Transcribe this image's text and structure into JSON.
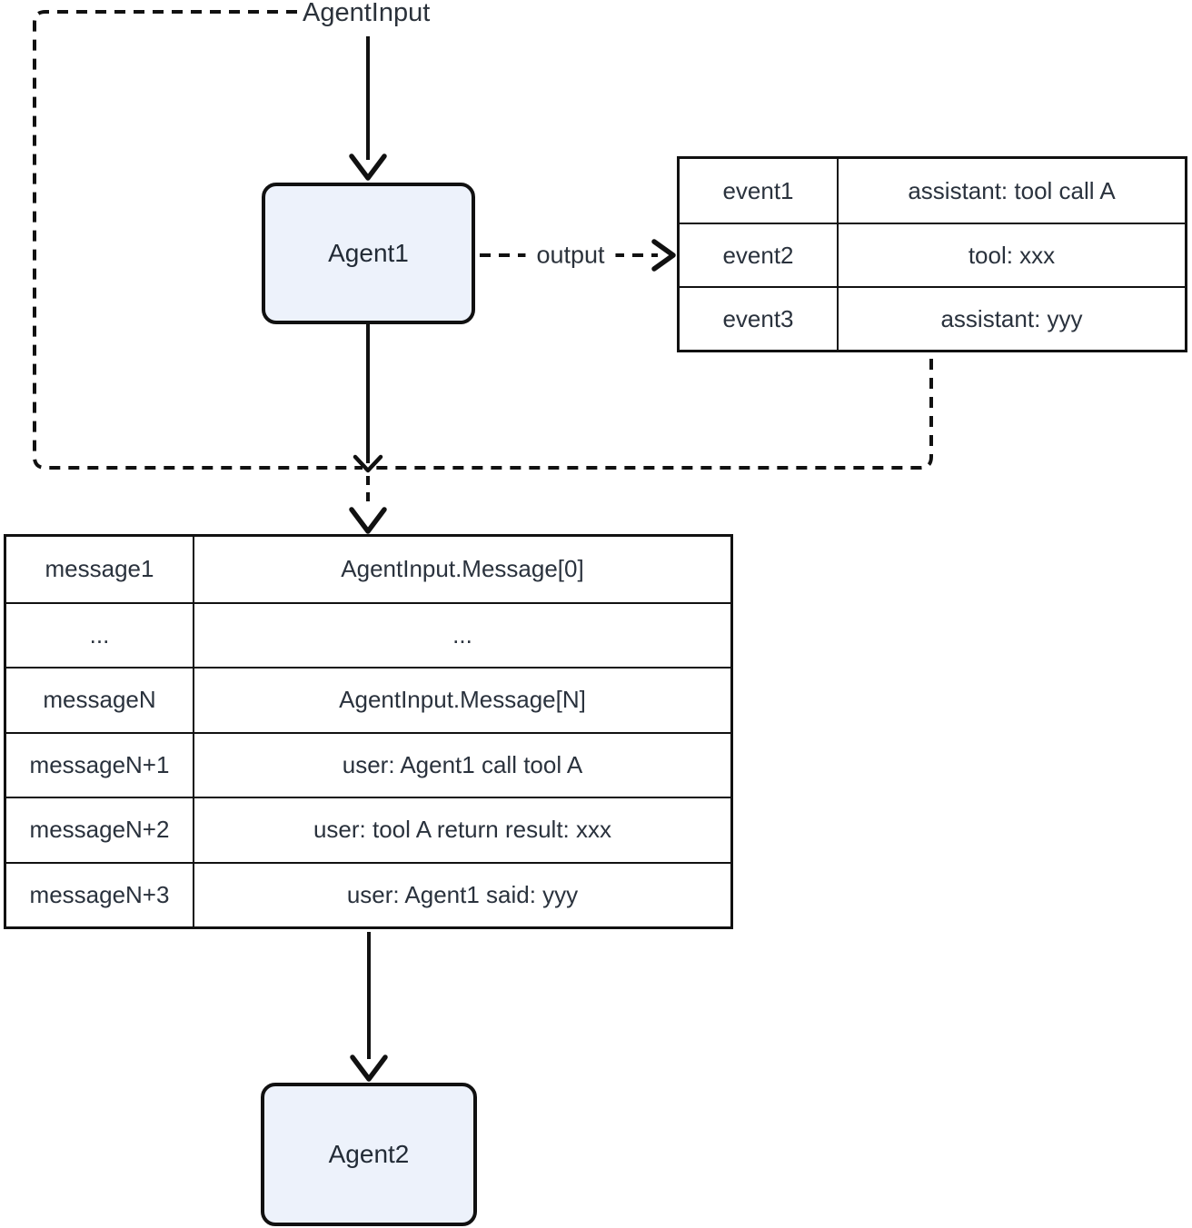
{
  "diagram": {
    "top_label": "AgentInput",
    "edge_labels": {
      "output": "output"
    },
    "nodes": {
      "agent1": {
        "label": "Agent1"
      },
      "agent2": {
        "label": "Agent2"
      }
    },
    "event_table": {
      "rows": [
        {
          "key": "event1",
          "value": "assistant: tool call A"
        },
        {
          "key": "event2",
          "value": "tool: xxx"
        },
        {
          "key": "event3",
          "value": "assistant: yyy"
        }
      ]
    },
    "message_table": {
      "rows": [
        {
          "key": "message1",
          "value": "AgentInput.Message[0]"
        },
        {
          "key": "...",
          "value": "..."
        },
        {
          "key": "messageN",
          "value": "AgentInput.Message[N]"
        },
        {
          "key": "messageN+1",
          "value": "user: Agent1 call tool A"
        },
        {
          "key": "messageN+2",
          "value": "user: tool A return result: xxx"
        },
        {
          "key": "messageN+3",
          "value": "user: Agent1 said: yyy"
        }
      ]
    },
    "colors": {
      "node_fill": "#edf2fb",
      "node_border": "#111111",
      "line": "#111111",
      "text": "#2a323d",
      "background": "#ffffff"
    }
  }
}
